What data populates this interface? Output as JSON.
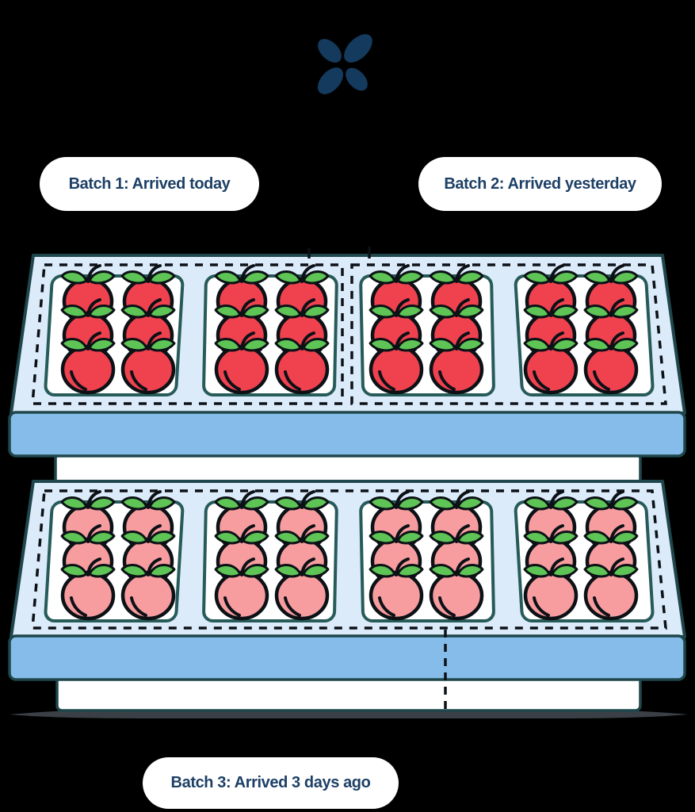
{
  "page": {
    "background": "#000000",
    "description": "Supermarket shelf illustration showing three labelled batches of tomatoes"
  },
  "logo": {
    "name": "butterfly-logo",
    "color": "#143a5e"
  },
  "batches": [
    {
      "id": 1,
      "label": "Batch 1: Arrived today",
      "shelf": "top",
      "position": "left",
      "trays": 2,
      "tomato_color": "#f0414f"
    },
    {
      "id": 2,
      "label": "Batch 2: Arrived yesterday",
      "shelf": "top",
      "position": "right",
      "trays": 2,
      "tomato_color": "#f0414f"
    },
    {
      "id": 3,
      "label": "Batch 3: Arrived 3 days ago",
      "shelf": "bottom",
      "position": "full",
      "trays": 4,
      "tomato_color": "#f79da0"
    }
  ],
  "tray": {
    "columns": 2,
    "rows": 3,
    "tomatoes_per_tray": 6
  },
  "colors": {
    "background": "#000000",
    "label_bg": "#ffffff",
    "label_text": "#1d4066",
    "outline": "#0c1116",
    "shelf_fill": "#dcebfa",
    "shelf_stroke": "#1e464b",
    "tray_stroke": "#265b59",
    "tray_fill": "#ffffff",
    "bar_fill": "#85bce9",
    "panel_fill": "#ffffff",
    "leaf": "#5ec455",
    "shadow": "#3a4046"
  }
}
